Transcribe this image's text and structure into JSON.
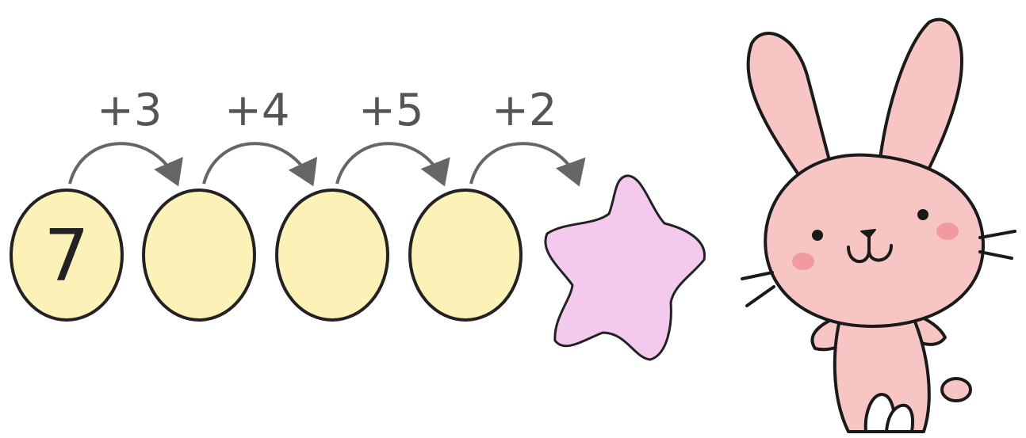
{
  "start_value": "7",
  "steps": [
    {
      "label": "+3",
      "answer": ""
    },
    {
      "label": "+4",
      "answer": ""
    },
    {
      "label": "+5",
      "answer": ""
    },
    {
      "label": "+2",
      "answer": ""
    }
  ],
  "colors": {
    "circle_fill": "#fcf2b8",
    "star_fill": "#f3c9ee",
    "bunny_fill": "#f7c6c4",
    "cheek": "#f19aa0",
    "arrow": "#666666",
    "outline": "#222222"
  },
  "icons": [
    "curved-arrow-icon",
    "star-icon",
    "bunny-illustration"
  ]
}
